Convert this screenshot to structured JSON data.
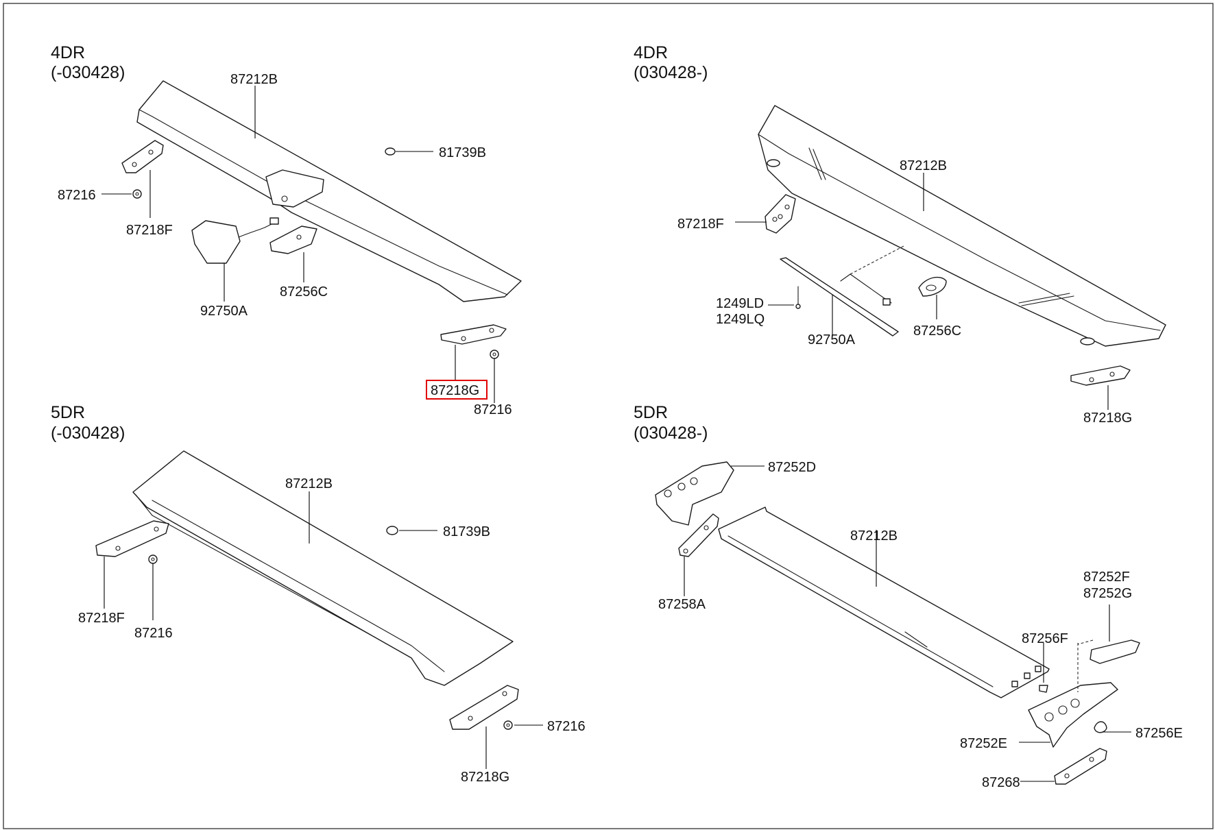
{
  "sections": [
    {
      "id": "4dr-early",
      "title": "4DR",
      "range": "(-030428)"
    },
    {
      "id": "4dr-late",
      "title": "4DR",
      "range": "(030428-)"
    },
    {
      "id": "5dr-early",
      "title": "5DR",
      "range": "(-030428)"
    },
    {
      "id": "5dr-late",
      "title": "5DR",
      "range": "(030428-)"
    }
  ],
  "labels": {
    "s1": {
      "spoiler": "87212B",
      "plug": "81739B",
      "clip": "87216",
      "bracket_f": "87218F",
      "lamp": "92750A",
      "pad": "87256C",
      "bracket_g": "87218G",
      "clip2": "87216"
    },
    "s2": {
      "spoiler": "87212B",
      "bracket_f": "87218F",
      "screw_1": "1249LD",
      "screw_2": "1249LQ",
      "lamp": "92750A",
      "pad": "87256C",
      "bracket_g": "87218G"
    },
    "s3": {
      "spoiler": "87212B",
      "plug": "81739B",
      "bracket_f": "87218F",
      "clip": "87216",
      "clip2": "87216",
      "bracket_g": "87218G"
    },
    "s4": {
      "endcap_d": "87252D",
      "spoiler": "87212B",
      "bracket_a": "87258A",
      "endcap_f": "87252F",
      "endcap_g": "87252G",
      "pad_f": "87256F",
      "endcap_e": "87252E",
      "pad_e": "87256E",
      "bracket_268": "87268"
    }
  },
  "highlight": {
    "part": "87218G",
    "color": "#e00000"
  }
}
